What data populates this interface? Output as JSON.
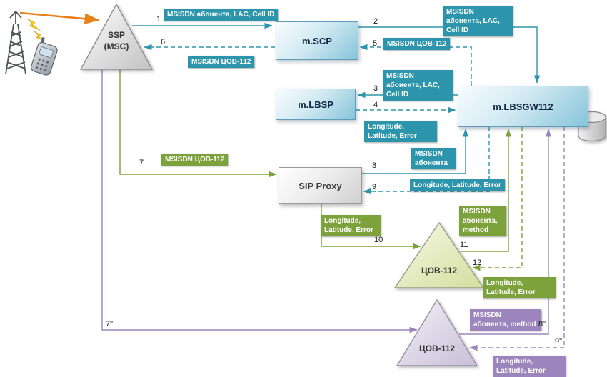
{
  "colors": {
    "teal": "#2d95ab",
    "green": "#7da23b",
    "purple": "#9c85bc",
    "orange": "#e8811c"
  },
  "nodes": {
    "ssp_line1": "SSP",
    "ssp_line2": "(MSC)",
    "mscp": "m.SCP",
    "mlbsp": "m.LBSP",
    "mlbsgw112": "m.LBSGW112",
    "sip_proxy": "SIP Proxy",
    "cov112_green": "ЦОВ-112",
    "cov112_purple": "ЦОВ-112"
  },
  "steps": {
    "s1": {
      "num": "1",
      "label": "MSISDN абонента, LAC, Cell ID"
    },
    "s2": {
      "num": "2",
      "label": "MSISDN абонента, LAC, Cell ID"
    },
    "s3": {
      "num": "3",
      "label": "MSISDN абонента, LAC, Cell ID"
    },
    "s4": {
      "num": "4",
      "label": "Longitude, Latitude, Error"
    },
    "s5": {
      "num": "5",
      "label": "MSISDN ЦОВ-112"
    },
    "s6": {
      "num": "6",
      "label": "MSISDN ЦОВ-112"
    },
    "s7": {
      "num": "7",
      "label": "MSISDN ЦОВ-112"
    },
    "s8": {
      "num": "8",
      "label": "MSISDN абонента"
    },
    "s9": {
      "num": "9",
      "label": "Longitude, Latitude, Error"
    },
    "s10": {
      "num": "10",
      "label": "Longitude, Latitude, Error"
    },
    "s11": {
      "num": "11",
      "label": "MSISDN абонента, method"
    },
    "s12": {
      "num": "12",
      "label": "Longitude, Latitude, Error"
    },
    "s7b": {
      "num": "7\""
    },
    "s8b": {
      "num": "8\"",
      "label": "MSISDN абонента, method"
    },
    "s9b": {
      "num": "9\"",
      "label": "Longitude, Latitude, Error"
    }
  }
}
